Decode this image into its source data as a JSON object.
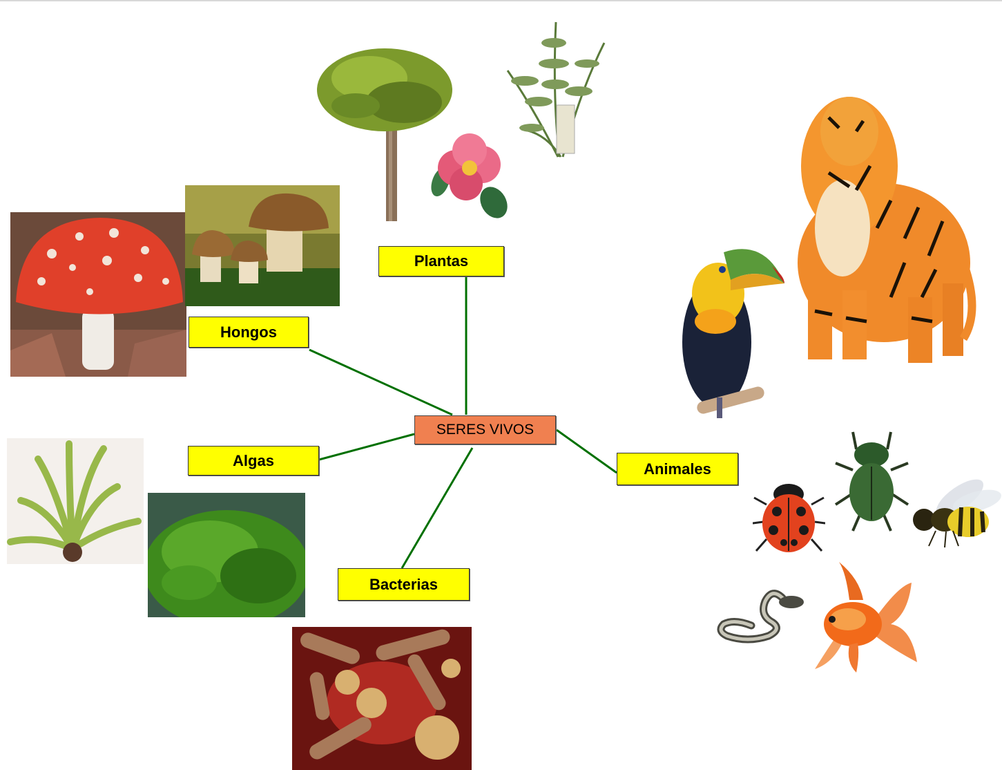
{
  "diagram": {
    "center": "SERES VIVOS",
    "nodes": {
      "plantas": "Plantas",
      "hongos": "Hongos",
      "algas": "Algas",
      "bacterias": "Bacterias",
      "animales": "Animales"
    },
    "colors": {
      "node_fill": "#ffff00",
      "center_fill": "#f08050",
      "connector": "#007000"
    }
  },
  "illustrations": [
    "tree-image",
    "flower-image",
    "fern-image",
    "fly-agaric-mushroom-image",
    "porcini-mushrooms-image",
    "seaweed-image",
    "green-algae-image",
    "bacteria-image",
    "toucan-image",
    "tiger-image",
    "ladybug-image",
    "beetle-image",
    "bee-image",
    "snake-image",
    "goldfish-image"
  ]
}
